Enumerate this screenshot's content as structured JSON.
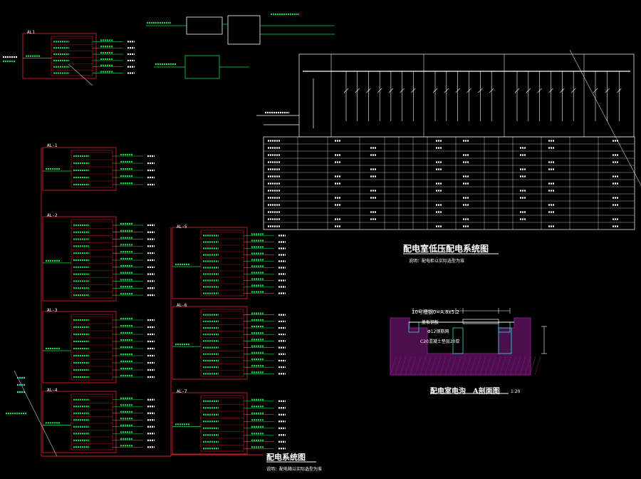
{
  "drawing": {
    "background_color": "#000000",
    "colors": {
      "panel": "#d21f2b",
      "feeder": "#19d94a",
      "label": "#ffffff",
      "table_line": "#e6e6e6",
      "section_fill": "#8a1a8c",
      "accent_cyan": "#2fe0d8",
      "accent_yellow": "#e8d23a",
      "leader": "#cfcfcf"
    }
  },
  "titles": {
    "lv_system": "配电室低压配电系统图",
    "lv_system_note": "说明：配电柜以实际选型为准",
    "trench_section": "配电室电沟　A剖面图",
    "trench_scale": "1:20",
    "distribution_system": "配电系统图",
    "distribution_note": "说明：配电箱以实际选型为准"
  },
  "trench_callouts": {
    "cover_plate": "10号槽钢0∞A.8x5.2",
    "plate_label": "盖板钢板",
    "rebar": "Φ12钢筋网",
    "concrete": "C20混凝土垫层20厚"
  },
  "panels": {
    "top_left": "AL1",
    "col_left_1": "AL-1",
    "col_left_2": "AL-2",
    "col_left_3": "AL-3",
    "col_left_4": "AL-4",
    "col_right_1": "AL-5",
    "col_right_2": "AL-6",
    "col_right_3": "AL-7"
  }
}
